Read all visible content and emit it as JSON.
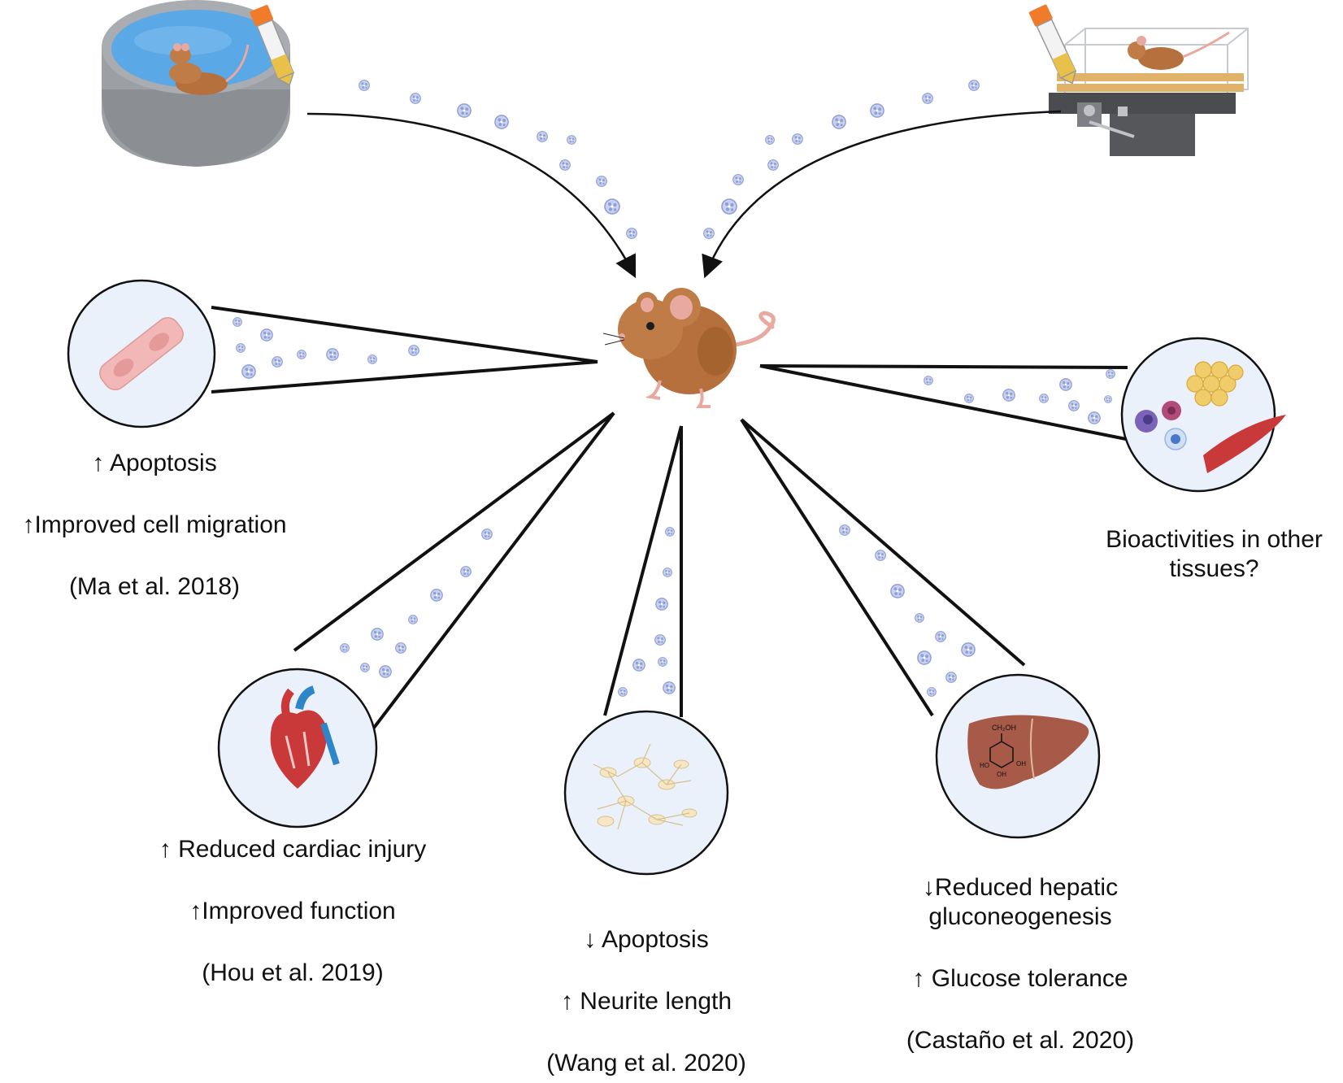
{
  "captions": {
    "cell": {
      "line1": "↑ Apoptosis",
      "line2": "↑Improved cell migration",
      "ref": "(Ma et al. 2018)"
    },
    "heart": {
      "line1": "↑ Reduced cardiac injury",
      "line2": "↑Improved function",
      "ref": "(Hou et al. 2019)"
    },
    "neuron": {
      "line1": "↓ Apoptosis",
      "line2": "↑ Neurite length",
      "ref": "(Wang et al. 2020)"
    },
    "liver": {
      "line1a": "↓Reduced hepatic",
      "line1b": "gluconeogenesis",
      "line2": "↑ Glucose tolerance",
      "ref": "(Castaño et al. 2020)"
    },
    "other": {
      "line1a": "Bioactivities in other",
      "line1b": "tissues?"
    }
  },
  "molecule_labels": {
    "ch2oh": "CH₂OH",
    "oh": "OH",
    "ho": "HO"
  },
  "colors": {
    "mouse": "#b5703e",
    "water": "#5aa8e6",
    "vesicle": "#8f9fd6",
    "outline": "#111111"
  },
  "icons": [
    "swimming-mouse-icon",
    "treadmill-mouse-icon",
    "central-mouse-icon",
    "cell-icon",
    "heart-icon",
    "neuron-icon",
    "liver-icon",
    "tissues-icon",
    "sample-tube-icon"
  ]
}
